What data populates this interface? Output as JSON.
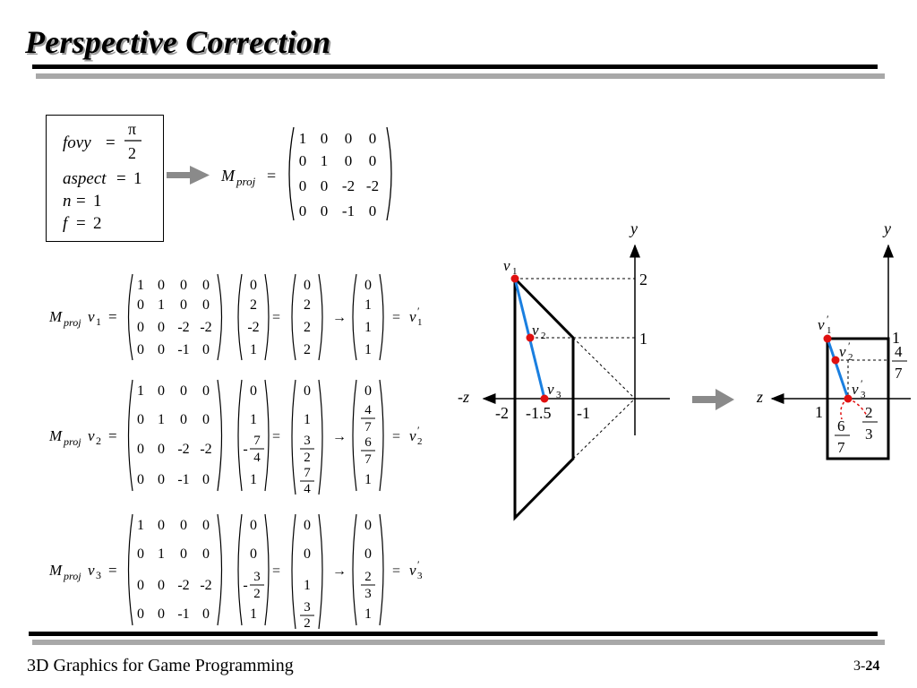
{
  "slide": {
    "title": "Perspective Correction",
    "footer_course": "3D Graphics for Game Programming",
    "footer_page_prefix": "3-",
    "footer_page_number": "24"
  },
  "params": {
    "fovy_label": "fovy",
    "fovy_num": "π",
    "fovy_den": "2",
    "aspect_label": "aspect",
    "aspect_val": "1",
    "n_label": "n",
    "n_val": "1",
    "f_label": "f",
    "f_val": "2"
  },
  "mproj": {
    "label": "M",
    "sub": "proj",
    "rows": [
      [
        "1",
        "0",
        "0",
        "0"
      ],
      [
        "0",
        "1",
        "0",
        "0"
      ],
      [
        "0",
        "0",
        "-2",
        "-2"
      ],
      [
        "0",
        "0",
        "-1",
        "0"
      ]
    ]
  },
  "equations": {
    "v1": {
      "vec": "v",
      "sub": "1",
      "input": [
        "0",
        "2",
        "-2",
        "1"
      ],
      "clip": [
        "0",
        "2",
        "2",
        "2"
      ],
      "ndc": [
        "0",
        "1",
        "1",
        "1"
      ],
      "result_sub": "1"
    },
    "v2": {
      "vec": "v",
      "sub": "2",
      "input": [
        "0",
        "1",
        "-7/4",
        "1"
      ],
      "clip": [
        "0",
        "1",
        "3/2",
        "7/4"
      ],
      "ndc": [
        "0",
        "4/7",
        "6/7",
        "1"
      ],
      "result_sub": "2"
    },
    "v3": {
      "vec": "v",
      "sub": "3",
      "input": [
        "0",
        "0",
        "-3/2",
        "1"
      ],
      "clip": [
        "0",
        "0",
        "1",
        "3/2"
      ],
      "ndc": [
        "0",
        "0",
        "2/3",
        "1"
      ],
      "result_sub": "3"
    }
  },
  "left_diagram": {
    "y_axis": "y",
    "z_axis": "-z",
    "y_ticks": [
      "2",
      "1"
    ],
    "z_ticks": [
      "-2",
      "-1.5",
      "-1"
    ],
    "points": [
      "v1",
      "v2",
      "v3"
    ]
  },
  "right_diagram": {
    "y_axis": "y",
    "z_axis": "z",
    "labels": [
      "1",
      "4/7",
      "2/3",
      "6/7",
      "1"
    ]
  },
  "colors": {
    "point": "#e01010",
    "segment": "#1a7fe0",
    "arrow": "#8a8a8a",
    "shadow": "#9a9a9a"
  }
}
